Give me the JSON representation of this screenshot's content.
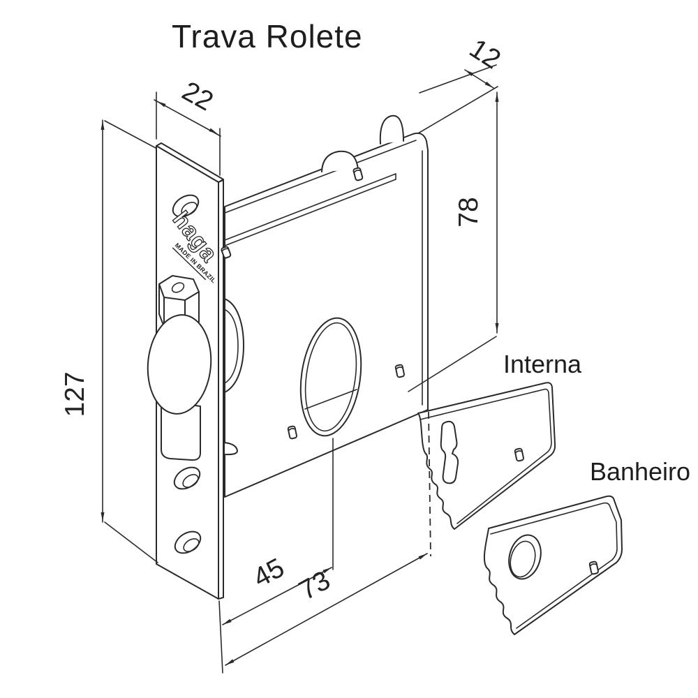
{
  "title": "Trava Rolete",
  "brand": {
    "name": "haga",
    "origin": "MADE IN BRAZIL"
  },
  "labels": {
    "internal": "Interna",
    "bathroom": "Banheiro"
  },
  "dimensions": {
    "faceplate_width": "22",
    "case_thickness": "12",
    "top_to_axis": "78",
    "faceplate_height": "127",
    "backset": "45",
    "case_depth": "73"
  },
  "colors": {
    "line": "#2a2a2a",
    "background": "#ffffff"
  }
}
